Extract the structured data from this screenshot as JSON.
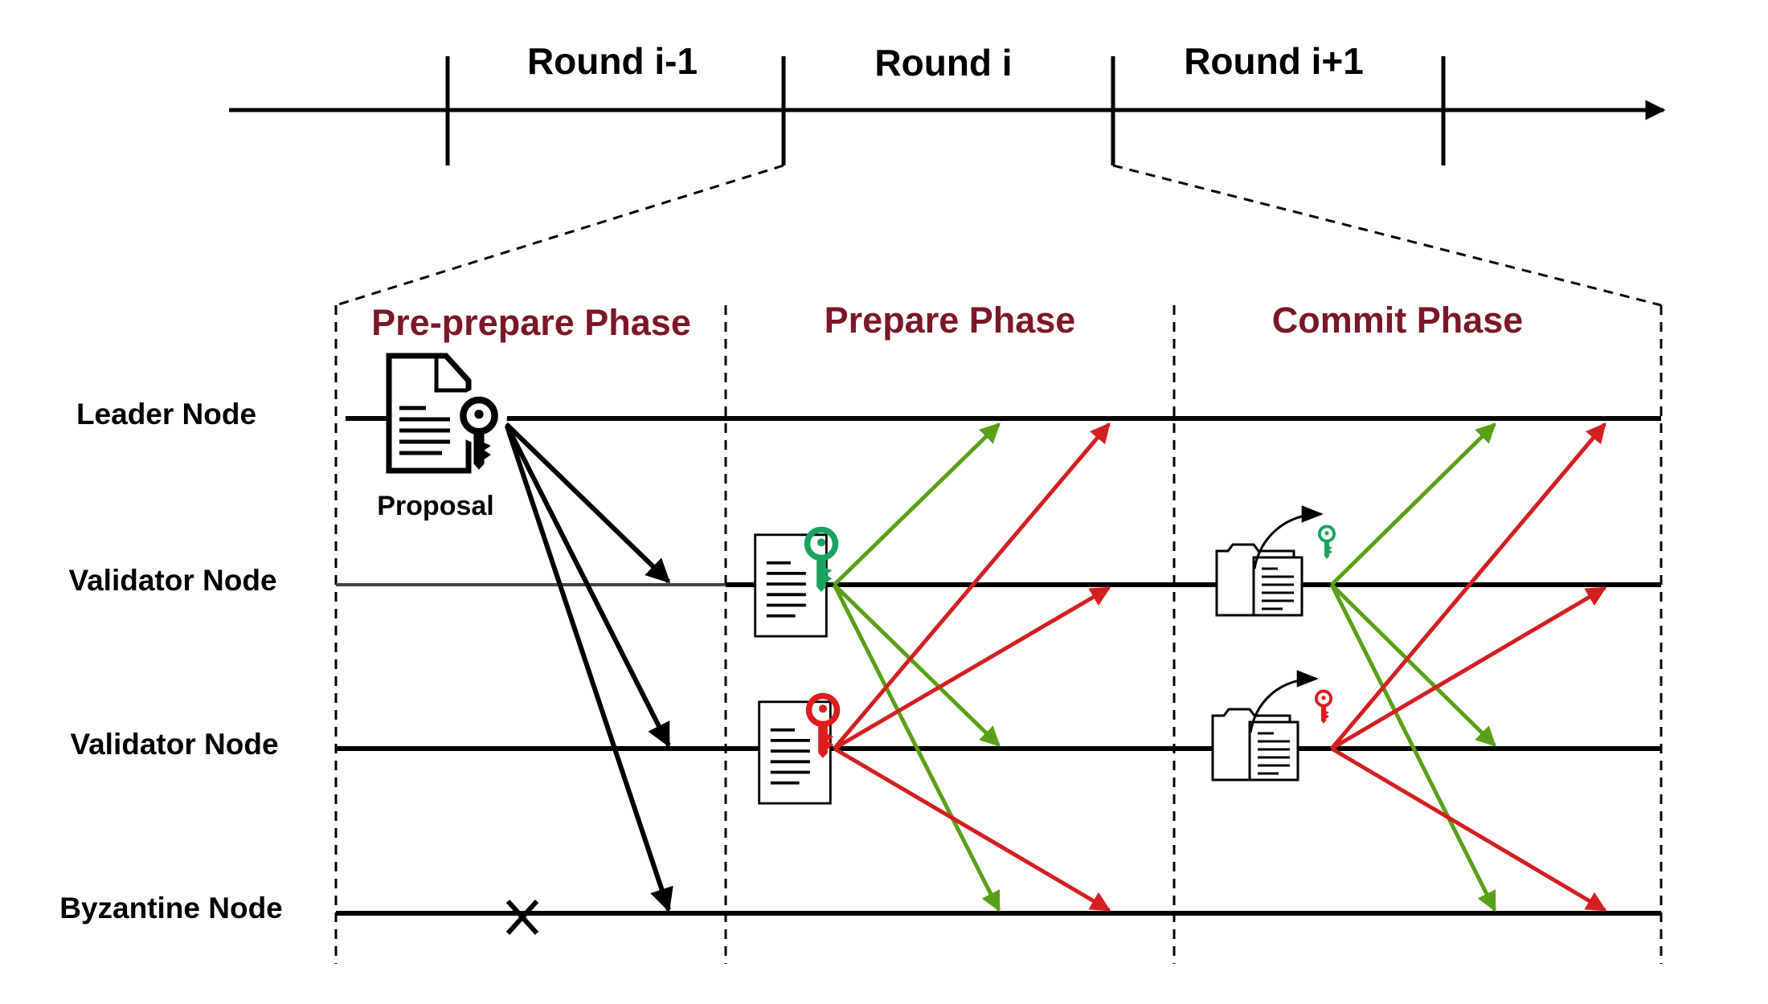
{
  "timeline": {
    "rounds": [
      "Round i-1",
      "Round i",
      "Round i+1"
    ]
  },
  "phases": [
    "Pre-prepare Phase",
    "Prepare Phase",
    "Commit Phase"
  ],
  "nodes": [
    "Leader Node",
    "Validator Node",
    "Validator Node",
    "Byzantine Node"
  ],
  "proposal_label": "Proposal",
  "colors": {
    "phase_text": "#7b1727",
    "honest_message": "#58a117",
    "faulty_message": "#d21f1f",
    "green_key": "#1aa260",
    "red_key": "#dd1c1c",
    "line": "#000000"
  },
  "icons": {
    "proposal": "document-key-icon",
    "prepare_honest": "document-green-key-icon",
    "prepare_faulty": "document-red-key-icon",
    "commit_honest": "folder-document-green-key-icon",
    "commit_faulty": "folder-document-red-key-icon",
    "crash": "cross-icon"
  }
}
